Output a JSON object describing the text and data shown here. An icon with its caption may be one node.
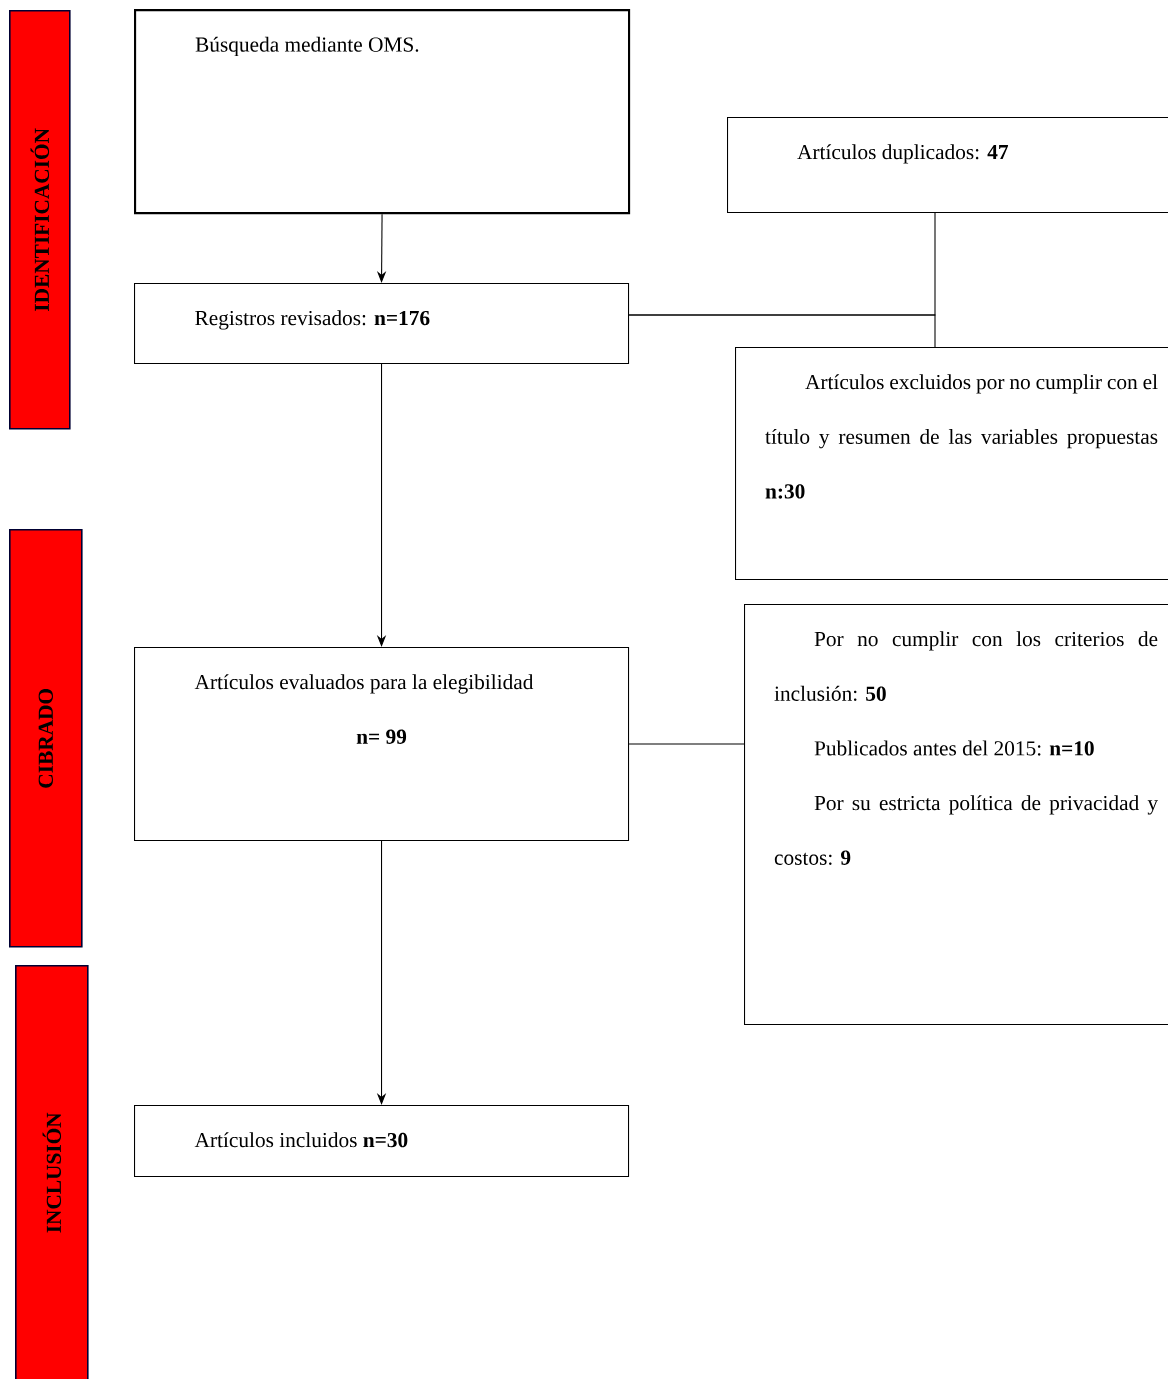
{
  "diagram": {
    "nodes": [
      {
        "text": [
          "IDENTIFICACIÓN"
        ]
      },
      {
        "text": [
          "CIBRADO"
        ]
      },
      {
        "text": [
          "INCLUSIÓN"
        ]
      },
      {
        "text": [
          "Búsqueda mediante OMS."
        ]
      },
      {
        "text": [
          "Artículos duplicados: **47**"
        ]
      },
      {
        "text": [
          "Registros revisados: **n=176**"
        ]
      },
      {
        "text": [
          "Artículos excluidos por no cumplir con el título y resumen de las variables propuestas **n:30**"
        ]
      },
      {
        "text": [
          "Artículos evaluados para la elegibilidad",
          "n= 99"
        ]
      },
      {
        "text": [
          "Por no cumplir con los criterios de inclusión: **50**",
          "Publicados antes del 2015: **n=10**",
          "Por su estricta política de privacidad y costos: **9**"
        ]
      },
      {
        "text": [
          "Artículos incluidos **n=30**"
        ]
      }
    ],
    "edges": [
      {
        "from": 3,
        "to": 5,
        "arrow": "to"
      },
      {
        "from": 5,
        "to": 4,
        "arrow": "none"
      },
      {
        "from": 5,
        "to": 6,
        "arrow": "none"
      },
      {
        "from": 5,
        "to": 7,
        "arrow": "to"
      },
      {
        "from": 7,
        "to": 8,
        "arrow": "none"
      },
      {
        "from": 7,
        "to": 9,
        "arrow": "to"
      }
    ]
  }
}
